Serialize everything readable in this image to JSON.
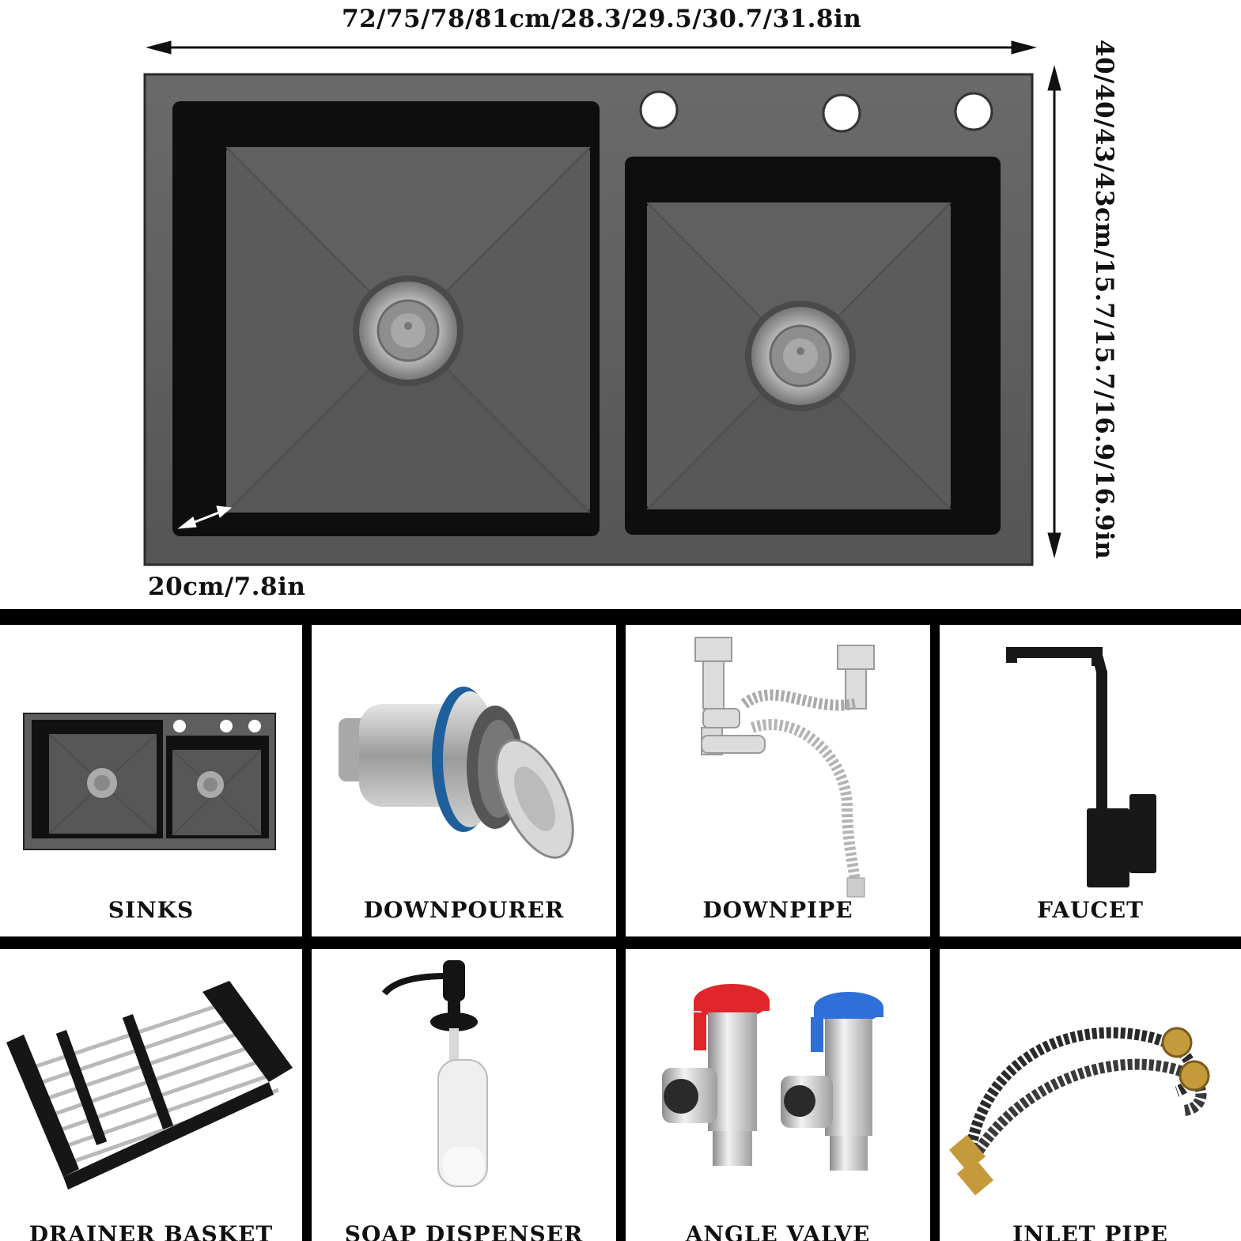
{
  "dimensions": {
    "width": "72/75/78/81cm/28.3/29.5/30.7/31.8in",
    "height": "40/40/43/43cm/15.7/15.7/16.9/16.9in",
    "depth": "20cm/7.8in"
  },
  "components": [
    {
      "label": "SINKS",
      "icon": "sink-icon"
    },
    {
      "label": "DOWNPOURER",
      "icon": "strainer-icon"
    },
    {
      "label": "DOWNPIPE",
      "icon": "drain-pipe-icon"
    },
    {
      "label": "FAUCET",
      "icon": "faucet-icon"
    },
    {
      "label": "DRAINER BASKET",
      "icon": "basket-icon"
    },
    {
      "label": "SOAP DISPENSER",
      "icon": "soap-dispenser-icon"
    },
    {
      "label": "ANGLE VALVE",
      "icon": "valve-icon"
    },
    {
      "label": "INLET PIPE",
      "icon": "hose-icon"
    }
  ],
  "colors": {
    "sink_frame": "#5d5d5d",
    "sink_basin": "#5a5a5a",
    "sink_shadow": "#0e0e0e",
    "hot_valve": "#e0262b",
    "cold_valve": "#2f6fd8",
    "grid_lines": "#000000"
  }
}
